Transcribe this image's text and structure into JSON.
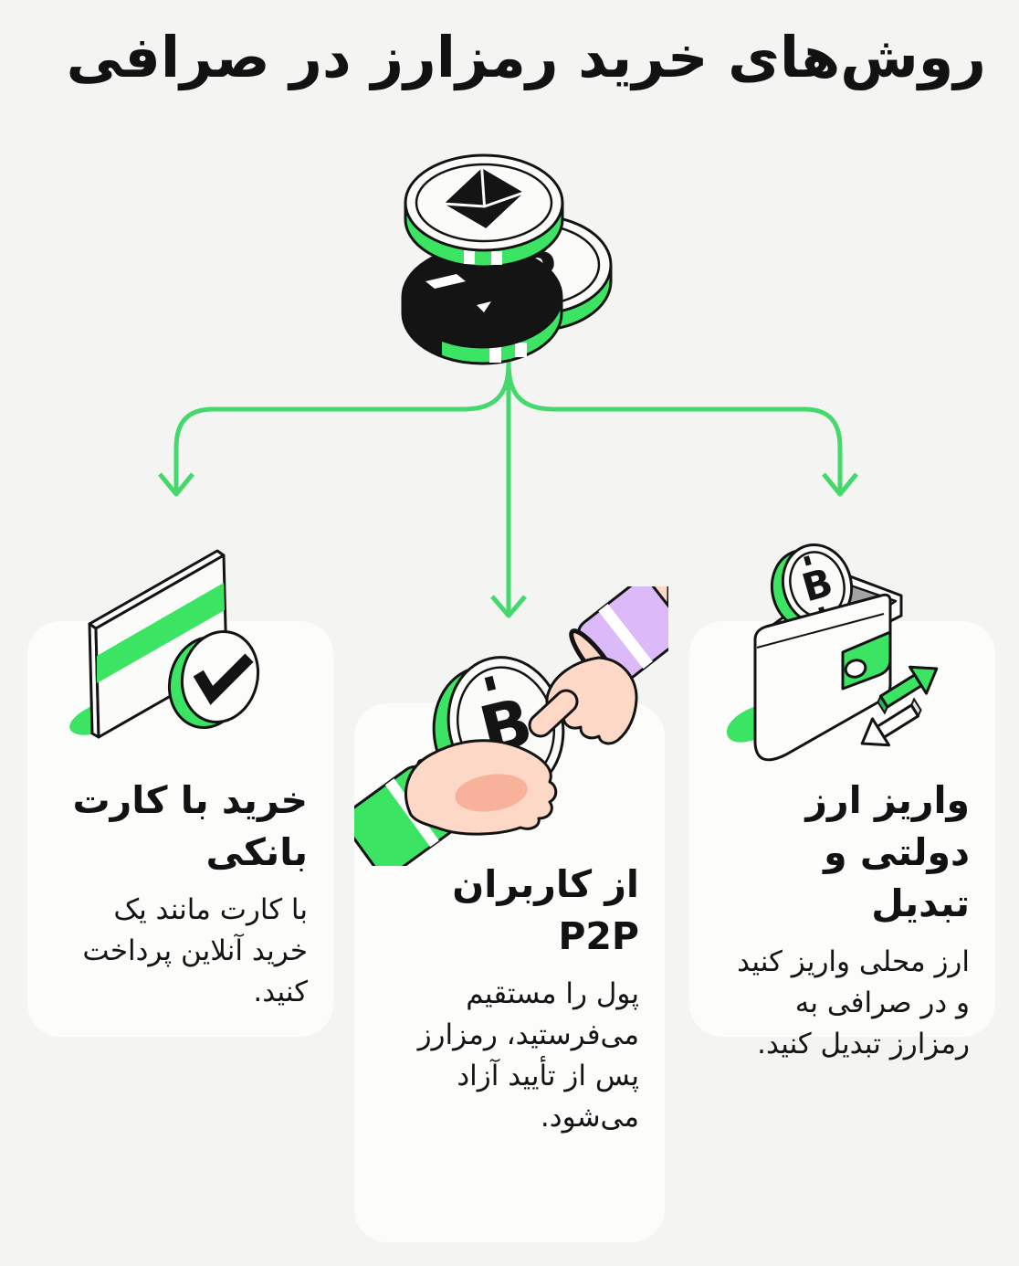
{
  "page": {
    "background_color": "#f4f4f2",
    "card_color": "#fcfcfb",
    "text_color": "#121212",
    "accent_green": "#3ce464",
    "line_green": "#45d96d",
    "cuff_purple": "#dcb9f8",
    "skin_tone": "#fdd8c6"
  },
  "title": "روش‌های خرید رمزارز در صرافی",
  "hero_illustration": "stack-of-crypto-coins-eth-btc",
  "connector": {
    "branch_count": 3,
    "style": "arrows-down"
  },
  "cards": [
    {
      "id": "bank-card",
      "illustration": "bank-card-with-check-mark",
      "title": "خرید با کارت بانکی",
      "body": "با کارت مانند یک خرید آنلاین پرداخت کنید."
    },
    {
      "id": "p2p-users",
      "illustration": "hands-exchanging-bitcoin-coin",
      "title": "از کاربران P2P",
      "body": "پول را مستقیم می‌فرستید، رمزارز پس از تأیید آزاد می‌شود."
    },
    {
      "id": "fiat-deposit-convert",
      "illustration": "wallet-with-coin-and-swap-arrows",
      "title": "واریز ارز دولتی و تبدیل",
      "body": "ارز محلی واریز کنید و در صرافی به رمزارز تبدیل کنید."
    }
  ]
}
